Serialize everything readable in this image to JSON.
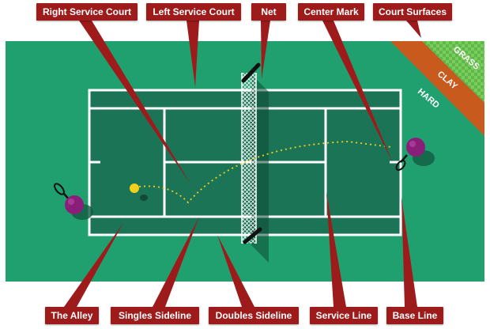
{
  "labels": {
    "right_service_court": "Right Service Court",
    "left_service_court": "Left Service Court",
    "net": "Net",
    "center_mark": "Center Mark",
    "court_surfaces": "Court Surfaces",
    "the_alley": "The Alley",
    "singles_sideline": "Singles Sideline",
    "doubles_sideline": "Doubles Sideline",
    "service_line": "Service Line",
    "base_line": "Base Line"
  },
  "surfaces": {
    "grass": "GRASS",
    "clay": "CLAY",
    "hard": "HARD"
  },
  "icons": [
    "player-left",
    "player-right",
    "tennis-ball",
    "racket-left",
    "racket-right"
  ],
  "colors": {
    "label_bg": "#9e1b1b",
    "surround": "#1fa06e",
    "court": "#1c7457",
    "lines": "#ffffff",
    "clay": "#c85a1e",
    "grass": "#5cb84a",
    "player": "#8a1f7a",
    "ball": "#f2d01c"
  }
}
